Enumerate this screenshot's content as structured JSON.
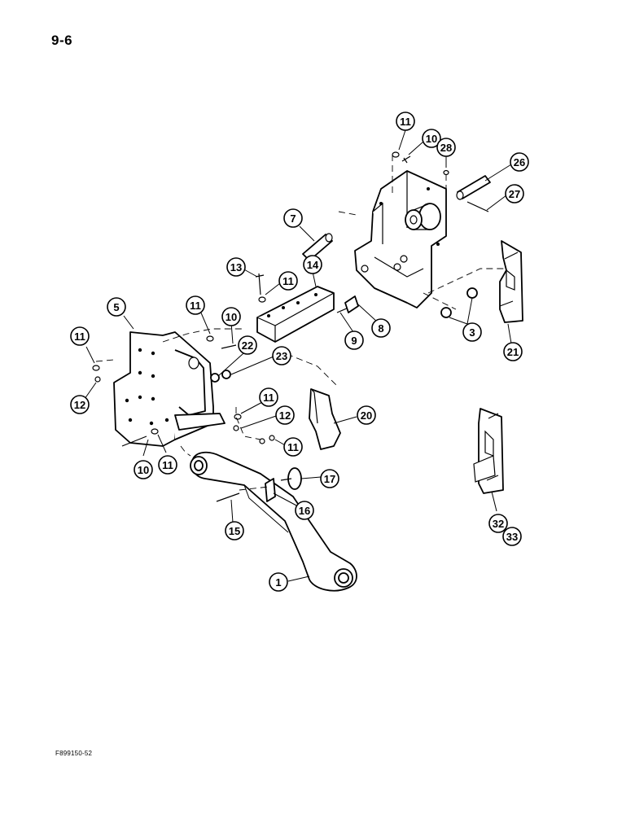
{
  "page": {
    "number": "9-6",
    "figure_code": "F899150-52"
  },
  "callouts": [
    "1",
    "3",
    "5",
    "7",
    "8",
    "9",
    "10",
    "10",
    "10",
    "11",
    "11",
    "11",
    "11",
    "11",
    "11",
    "11",
    "12",
    "12",
    "13",
    "14",
    "15",
    "16",
    "17",
    "20",
    "21",
    "22",
    "23",
    "26",
    "27",
    "28",
    "32",
    "33"
  ],
  "colors": {
    "ink": "#000000",
    "paper": "#ffffff"
  }
}
